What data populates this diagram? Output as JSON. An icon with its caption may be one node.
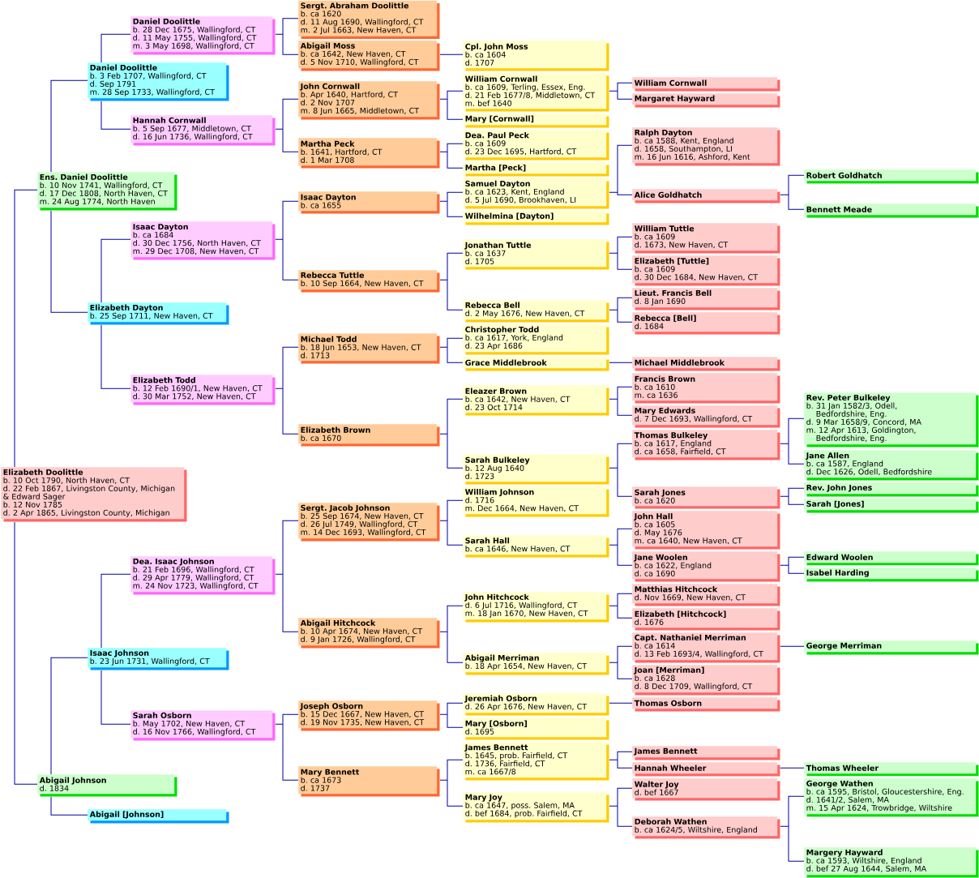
{
  "diagram": {
    "nodes": [
      {
        "text": [
          "Elizabeth Doolittle",
          "b. 10 Oct 1790, North Haven, CT",
          "d. 22 Feb 1867, Livingston County, Michigan",
          "& Edward Sager",
          "b. 12 Nov 1785",
          "d. 2 Apr 1865, Livingston County, Michigan"
        ]
      },
      {
        "text": [
          "Ens. Daniel Doolittle",
          "b. 10 Nov 1741, Wallingford, CT",
          "d. 17 Dec 1808, North Haven, CT",
          "m. 24 Aug 1774, North Haven"
        ]
      },
      {
        "text": [
          "Abigail Johnson",
          "d. 1834"
        ]
      },
      {
        "text": [
          "Daniel Doolittle",
          "b. 3 Feb 1707, Wallingford, CT",
          "d. Sep 1791",
          "m. 28 Sep 1733, Wallingford, CT"
        ]
      },
      {
        "text": [
          "Elizabeth Dayton",
          "b. 25 Sep 1711, New Haven, CT"
        ]
      },
      {
        "text": [
          "Isaac Johnson",
          "b. 23 Jun 1731, Wallingford, CT"
        ]
      },
      {
        "text": [
          "Abigail [Johnson]"
        ]
      },
      {
        "text": [
          "Daniel Doolittle",
          "b. 28 Dec 1675, Wallingford, CT",
          "d. 11 May 1755, Wallingford, CT",
          "m. 3 May 1698, Wallingford, CT"
        ]
      },
      {
        "text": [
          "Hannah Cornwall",
          "b. 5 Sep 1677, Middletown, CT",
          "d. 16 Jun 1736, Wallingford, CT"
        ]
      },
      {
        "text": [
          "Isaac Dayton",
          "b. ca 1684",
          "d. 30 Dec 1756, North Haven, CT",
          "m. 29 Dec 1708, New Haven, CT"
        ]
      },
      {
        "text": [
          "Elizabeth Todd",
          "b. 12 Feb 1690/1, New Haven, CT",
          "d. 30 Mar 1752, New Haven, CT"
        ]
      },
      {
        "text": [
          "Dea. Isaac Johnson",
          "b. 21 Feb 1696, Wallingford, CT",
          "d. 29 Apr 1779, Wallingford, CT",
          "m. 24 Nov 1723, Wallingford, CT"
        ]
      },
      {
        "text": [
          "Sarah Osborn",
          "b. May 1702, New Haven, CT",
          "d. 16 Nov 1766, Wallingford, CT"
        ]
      },
      {
        "text": [
          "Sergt. Abraham Doolittle",
          "b. ca 1620",
          "d. 11 Aug 1690, Wallingford, CT",
          "m. 2 Jul 1663, New Haven, CT"
        ]
      },
      {
        "text": [
          "Abigail Moss",
          "b. ca 1642, New Haven, CT",
          "d. 5 Nov 1710, Wallingford, CT"
        ]
      },
      {
        "text": [
          "John Cornwall",
          "b. Apr 1640, Hartford, CT",
          "d. 2 Nov 1707",
          "m. 8 Jun 1665, Middletown, CT"
        ]
      },
      {
        "text": [
          "Martha Peck",
          "b. 1641, Hartford, CT",
          "d. 1 Mar 1708"
        ]
      },
      {
        "text": [
          "Isaac Dayton",
          "b. ca 1655"
        ]
      },
      {
        "text": [
          "Rebecca Tuttle",
          "b. 10 Sep 1664, New Haven, CT"
        ]
      },
      {
        "text": [
          "Michael Todd",
          "b. 18 Jun 1653, New Haven, CT",
          "d. 1713"
        ]
      },
      {
        "text": [
          "Elizabeth Brown",
          "b. ca 1670"
        ]
      },
      {
        "text": [
          "Sergt. Jacob Johnson",
          "b. 25 Sep 1674, New Haven, CT",
          "d. 26 Jul 1749, Wallingford, CT",
          "m. 14 Dec 1693, Wallingford, CT"
        ]
      },
      {
        "text": [
          "Abigail Hitchcock",
          "b. 10 Apr 1674, New Haven, CT",
          "d. 9 Jan 1726, Wallingford, CT"
        ]
      },
      {
        "text": [
          "Joseph Osborn",
          "b. 15 Dec 1667, New Haven, CT",
          "d. 19 Nov 1735, New Haven, CT"
        ]
      },
      {
        "text": [
          "Mary Bennett",
          "b. ca 1673",
          "d. 1737"
        ]
      },
      {
        "text": [
          "Cpl. John Moss",
          "b. ca 1604",
          "d. 1707"
        ]
      },
      {
        "text": [
          "William Cornwall",
          "b. ca 1609, Terling, Essex, Eng.",
          "d. 21 Feb 1677/8, Middletown, CT",
          "m. bef 1640"
        ]
      },
      {
        "text": [
          "Mary [Cornwall]"
        ]
      },
      {
        "text": [
          "Dea. Paul Peck",
          "b. ca 1609",
          "d. 23 Dec 1695, Hartford, CT"
        ]
      },
      {
        "text": [
          "Martha [Peck]"
        ]
      },
      {
        "text": [
          "Samuel Dayton",
          "b. ca 1623, Kent, England",
          "d. 5 Jul 1690, Brookhaven, LI"
        ]
      },
      {
        "text": [
          "Wilhelmina [Dayton]"
        ]
      },
      {
        "text": [
          "Jonathan Tuttle",
          "b. ca 1637",
          "d. 1705"
        ]
      },
      {
        "text": [
          "Rebecca Bell",
          "d. 2 May 1676, New Haven, CT"
        ]
      },
      {
        "text": [
          "Christopher Todd",
          "b. ca 1617, York, England",
          "d. 23 Apr 1686"
        ]
      },
      {
        "text": [
          "Grace Middlebrook"
        ]
      },
      {
        "text": [
          "Eleazer Brown",
          "b. ca 1642, New Haven, CT",
          "d. 23 Oct 1714"
        ]
      },
      {
        "text": [
          "Sarah Bulkeley",
          "b. 12 Aug 1640",
          "d. 1723"
        ]
      },
      {
        "text": [
          "William Johnson",
          "d. 1716",
          "m. Dec 1664, New Haven, CT"
        ]
      },
      {
        "text": [
          "Sarah Hall",
          "b. ca 1646, New Haven, CT"
        ]
      },
      {
        "text": [
          "John Hitchcock",
          "d. 6 Jul 1716, Wallingford, CT",
          "m. 18 Jan 1670, New Haven, CT"
        ]
      },
      {
        "text": [
          "Abigail Merriman",
          "b. 18 Apr 1654, New Haven, CT"
        ]
      },
      {
        "text": [
          "Jeremiah Osborn",
          "d. 26 Apr 1676, New Haven, CT"
        ]
      },
      {
        "text": [
          "Mary [Osborn]",
          "d. 1695"
        ]
      },
      {
        "text": [
          "James Bennett",
          "b. 1645, prob. Fairfield, CT",
          "d. 1736, Fairfield, CT",
          "m. ca 1667/8"
        ]
      },
      {
        "text": [
          "Mary Joy",
          "b. ca 1647, poss. Salem, MA",
          "d. bef 1684, prob. Fairfield, CT"
        ]
      },
      {
        "text": [
          "William Cornwall"
        ]
      },
      {
        "text": [
          "Margaret Hayward"
        ]
      },
      {
        "text": [
          "Ralph Dayton",
          "b. ca 1588, Kent, England",
          "d. 1658, Southampton, LI",
          "m. 16 Jun 1616, Ashford, Kent"
        ]
      },
      {
        "text": [
          "Alice Goldhatch"
        ]
      },
      {
        "text": [
          "William Tuttle",
          "b. ca 1609",
          "d. 1673, New Haven, CT"
        ]
      },
      {
        "text": [
          "Elizabeth [Tuttle]",
          "b. ca 1609",
          "d. 30 Dec 1684, New Haven, CT"
        ]
      },
      {
        "text": [
          "Lieut. Francis Bell",
          "d. 8 Jan 1690"
        ]
      },
      {
        "text": [
          "Rebecca [Bell]",
          "d. 1684"
        ]
      },
      {
        "text": [
          "Michael Middlebrook"
        ]
      },
      {
        "text": [
          "Francis Brown",
          "b. ca 1610",
          "m. ca 1636"
        ]
      },
      {
        "text": [
          "Mary Edwards",
          "d. 7 Dec 1693, Wallingford, CT"
        ]
      },
      {
        "text": [
          "Thomas Bulkeley",
          "b. ca 1617, England",
          "d. ca 1658, Fairfield, CT"
        ]
      },
      {
        "text": [
          "Sarah Jones",
          "b. ca 1620"
        ]
      },
      {
        "text": [
          "John Hall",
          "b. ca 1605",
          "d. May 1676",
          "m. ca 1640, New Haven, CT"
        ]
      },
      {
        "text": [
          "Jane Woolen",
          "b. ca 1622, England",
          "d. ca 1690"
        ]
      },
      {
        "text": [
          "Matthias Hitchcock",
          "d. Nov 1669, New Haven, CT"
        ]
      },
      {
        "text": [
          "Elizabeth [Hitchcock]",
          "d. 1676"
        ]
      },
      {
        "text": [
          "Capt. Nathaniel Merriman",
          "b. ca 1614",
          "d. 13 Feb 1693/4, Wallingford, CT"
        ]
      },
      {
        "text": [
          "Joan [Merriman]",
          "b. ca 1628",
          "d. 8 Dec 1709, Wallingford, CT"
        ]
      },
      {
        "text": [
          "Thomas Osborn"
        ]
      },
      {
        "text": [
          "James Bennett"
        ]
      },
      {
        "text": [
          "Hannah Wheeler"
        ]
      },
      {
        "text": [
          "Walter Joy",
          "d. bef 1667"
        ]
      },
      {
        "text": [
          "Deborah Wathen",
          "b. ca 1624/5, Wiltshire, England"
        ]
      },
      {
        "text": [
          "Robert Goldhatch"
        ]
      },
      {
        "text": [
          "Bennett Meade"
        ]
      },
      {
        "text": [
          "Rev. Peter Bulkeley",
          "b. 31 Jan 1582/3, Odell, Bedfordshire, Eng.",
          "d. 9 Mar 1658/9, Concord, MA",
          "m. 12 Apr 1613, Goldington, Bedfordshire, Eng."
        ]
      },
      {
        "text": [
          "Jane Allen",
          "b. ca 1587, England",
          "d. Dec 1626, Odell, Bedfordshire"
        ]
      },
      {
        "text": [
          "Rev. John Jones"
        ]
      },
      {
        "text": [
          "Sarah [Jones]"
        ]
      },
      {
        "text": [
          "Edward Woolen"
        ]
      },
      {
        "text": [
          "Isabel Harding"
        ]
      },
      {
        "text": [
          "George Merriman"
        ]
      },
      {
        "text": [
          "Thomas Wheeler"
        ]
      },
      {
        "text": [
          "George Wathen",
          "b. ca 1595, Bristol, Gloucestershire, Eng.",
          "d. 1641/2, Salem, MA",
          "m. 15 Apr 1624, Trowbridge, Wiltshire"
        ]
      },
      {
        "text": [
          "Margery Hayward",
          "b. ca 1593, Wiltshire, England",
          "d. bef 27 Aug 1644, Salem, MA"
        ]
      }
    ],
    "edges": [
      {
        "from": 0,
        "to": 1,
        "arrow": "none"
      },
      {
        "from": 0,
        "to": 2,
        "arrow": "none"
      },
      {
        "from": 1,
        "to": 3,
        "arrow": "none"
      },
      {
        "from": 1,
        "to": 4,
        "arrow": "none"
      },
      {
        "from": 2,
        "to": 5,
        "arrow": "none"
      },
      {
        "from": 2,
        "to": 6,
        "arrow": "none"
      },
      {
        "from": 3,
        "to": 7,
        "arrow": "none"
      },
      {
        "from": 3,
        "to": 8,
        "arrow": "none"
      },
      {
        "from": 4,
        "to": 9,
        "arrow": "none"
      },
      {
        "from": 4,
        "to": 10,
        "arrow": "none"
      },
      {
        "from": 5,
        "to": 11,
        "arrow": "none"
      },
      {
        "from": 5,
        "to": 12,
        "arrow": "none"
      },
      {
        "from": 7,
        "to": 13,
        "arrow": "none"
      },
      {
        "from": 7,
        "to": 14,
        "arrow": "none"
      },
      {
        "from": 8,
        "to": 15,
        "arrow": "none"
      },
      {
        "from": 8,
        "to": 16,
        "arrow": "none"
      },
      {
        "from": 9,
        "to": 17,
        "arrow": "none"
      },
      {
        "from": 9,
        "to": 18,
        "arrow": "none"
      },
      {
        "from": 10,
        "to": 19,
        "arrow": "none"
      },
      {
        "from": 10,
        "to": 20,
        "arrow": "none"
      },
      {
        "from": 11,
        "to": 21,
        "arrow": "none"
      },
      {
        "from": 11,
        "to": 22,
        "arrow": "none"
      },
      {
        "from": 12,
        "to": 23,
        "arrow": "none"
      },
      {
        "from": 12,
        "to": 24,
        "arrow": "none"
      },
      {
        "from": 14,
        "to": 25,
        "arrow": "none"
      },
      {
        "from": 15,
        "to": 26,
        "arrow": "none"
      },
      {
        "from": 15,
        "to": 27,
        "arrow": "none"
      },
      {
        "from": 16,
        "to": 28,
        "arrow": "none"
      },
      {
        "from": 16,
        "to": 29,
        "arrow": "none"
      },
      {
        "from": 17,
        "to": 30,
        "arrow": "none"
      },
      {
        "from": 17,
        "to": 31,
        "arrow": "none"
      },
      {
        "from": 18,
        "to": 32,
        "arrow": "none"
      },
      {
        "from": 18,
        "to": 33,
        "arrow": "none"
      },
      {
        "from": 19,
        "to": 34,
        "arrow": "none"
      },
      {
        "from": 19,
        "to": 35,
        "arrow": "none"
      },
      {
        "from": 20,
        "to": 36,
        "arrow": "none"
      },
      {
        "from": 20,
        "to": 37,
        "arrow": "none"
      },
      {
        "from": 21,
        "to": 38,
        "arrow": "none"
      },
      {
        "from": 21,
        "to": 39,
        "arrow": "none"
      },
      {
        "from": 22,
        "to": 40,
        "arrow": "none"
      },
      {
        "from": 22,
        "to": 41,
        "arrow": "none"
      },
      {
        "from": 23,
        "to": 42,
        "arrow": "none"
      },
      {
        "from": 23,
        "to": 43,
        "arrow": "none"
      },
      {
        "from": 24,
        "to": 44,
        "arrow": "none"
      },
      {
        "from": 24,
        "to": 45,
        "arrow": "none"
      },
      {
        "from": 26,
        "to": 46,
        "arrow": "none"
      },
      {
        "from": 26,
        "to": 47,
        "arrow": "none"
      },
      {
        "from": 30,
        "to": 48,
        "arrow": "none"
      },
      {
        "from": 30,
        "to": 49,
        "arrow": "none"
      },
      {
        "from": 32,
        "to": 50,
        "arrow": "none"
      },
      {
        "from": 32,
        "to": 51,
        "arrow": "none"
      },
      {
        "from": 33,
        "to": 52,
        "arrow": "none"
      },
      {
        "from": 33,
        "to": 53,
        "arrow": "none"
      },
      {
        "from": 35,
        "to": 54,
        "arrow": "none"
      },
      {
        "from": 36,
        "to": 55,
        "arrow": "none"
      },
      {
        "from": 36,
        "to": 56,
        "arrow": "none"
      },
      {
        "from": 37,
        "to": 57,
        "arrow": "none"
      },
      {
        "from": 37,
        "to": 58,
        "arrow": "none"
      },
      {
        "from": 39,
        "to": 59,
        "arrow": "none"
      },
      {
        "from": 39,
        "to": 60,
        "arrow": "none"
      },
      {
        "from": 40,
        "to": 61,
        "arrow": "none"
      },
      {
        "from": 40,
        "to": 62,
        "arrow": "none"
      },
      {
        "from": 41,
        "to": 63,
        "arrow": "none"
      },
      {
        "from": 41,
        "to": 64,
        "arrow": "none"
      },
      {
        "from": 42,
        "to": 65,
        "arrow": "none"
      },
      {
        "from": 44,
        "to": 66,
        "arrow": "none"
      },
      {
        "from": 44,
        "to": 67,
        "arrow": "none"
      },
      {
        "from": 45,
        "to": 68,
        "arrow": "none"
      },
      {
        "from": 45,
        "to": 69,
        "arrow": "none"
      },
      {
        "from": 49,
        "to": 70,
        "arrow": "none"
      },
      {
        "from": 49,
        "to": 71,
        "arrow": "none"
      },
      {
        "from": 57,
        "to": 72,
        "arrow": "none"
      },
      {
        "from": 57,
        "to": 73,
        "arrow": "none"
      },
      {
        "from": 58,
        "to": 74,
        "arrow": "none"
      },
      {
        "from": 58,
        "to": 75,
        "arrow": "none"
      },
      {
        "from": 60,
        "to": 76,
        "arrow": "none"
      },
      {
        "from": 60,
        "to": 77,
        "arrow": "none"
      },
      {
        "from": 63,
        "to": 78,
        "arrow": "none"
      },
      {
        "from": 67,
        "to": 79,
        "arrow": "none"
      },
      {
        "from": 69,
        "to": 80,
        "arrow": "none"
      },
      {
        "from": 69,
        "to": 81,
        "arrow": "none"
      }
    ]
  }
}
